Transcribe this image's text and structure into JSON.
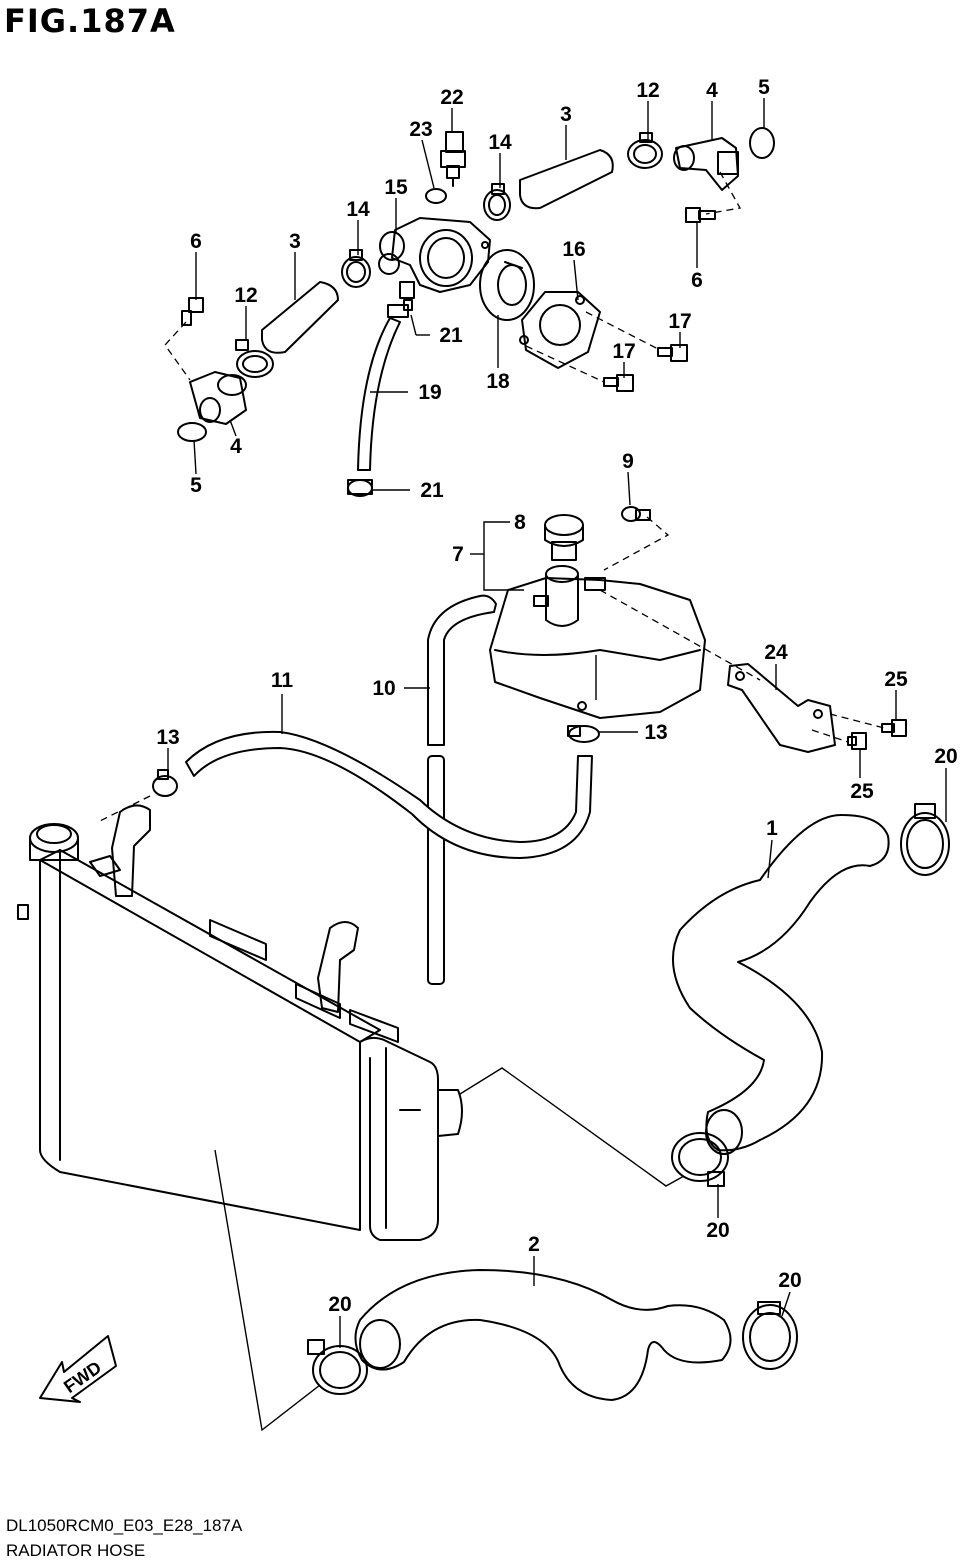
{
  "figure": {
    "title": "FIG.187A",
    "code": "DL1050RCM0_E03_E28_187A",
    "name": "RADIATOR HOSE",
    "fwd_label": "FWD"
  },
  "callouts": [
    {
      "id": "c22",
      "text": "22"
    },
    {
      "id": "c23",
      "text": "23"
    },
    {
      "id": "c14a",
      "text": "14"
    },
    {
      "id": "c3a",
      "text": "3"
    },
    {
      "id": "c12a",
      "text": "12"
    },
    {
      "id": "c4a",
      "text": "4"
    },
    {
      "id": "c5a",
      "text": "5"
    },
    {
      "id": "c15",
      "text": "15"
    },
    {
      "id": "c14b",
      "text": "14"
    },
    {
      "id": "c6a",
      "text": "6"
    },
    {
      "id": "c3b",
      "text": "3"
    },
    {
      "id": "c12b",
      "text": "12"
    },
    {
      "id": "c16",
      "text": "16"
    },
    {
      "id": "c6b",
      "text": "6"
    },
    {
      "id": "c17a",
      "text": "17"
    },
    {
      "id": "c21a",
      "text": "21"
    },
    {
      "id": "c17b",
      "text": "17"
    },
    {
      "id": "c18",
      "text": "18"
    },
    {
      "id": "c19",
      "text": "19"
    },
    {
      "id": "c4b",
      "text": "4"
    },
    {
      "id": "c5b",
      "text": "5"
    },
    {
      "id": "c21b",
      "text": "21"
    },
    {
      "id": "c9",
      "text": "9"
    },
    {
      "id": "c8",
      "text": "8"
    },
    {
      "id": "c7",
      "text": "7"
    },
    {
      "id": "c24",
      "text": "24"
    },
    {
      "id": "c25a",
      "text": "25"
    },
    {
      "id": "c11",
      "text": "11"
    },
    {
      "id": "c10",
      "text": "10"
    },
    {
      "id": "c13a",
      "text": "13"
    },
    {
      "id": "c13b",
      "text": "13"
    },
    {
      "id": "c25b",
      "text": "25"
    },
    {
      "id": "c20a",
      "text": "20"
    },
    {
      "id": "c1",
      "text": "1"
    },
    {
      "id": "c20b",
      "text": "20"
    },
    {
      "id": "c2",
      "text": "2"
    },
    {
      "id": "c20c",
      "text": "20"
    },
    {
      "id": "c20d",
      "text": "20"
    }
  ]
}
